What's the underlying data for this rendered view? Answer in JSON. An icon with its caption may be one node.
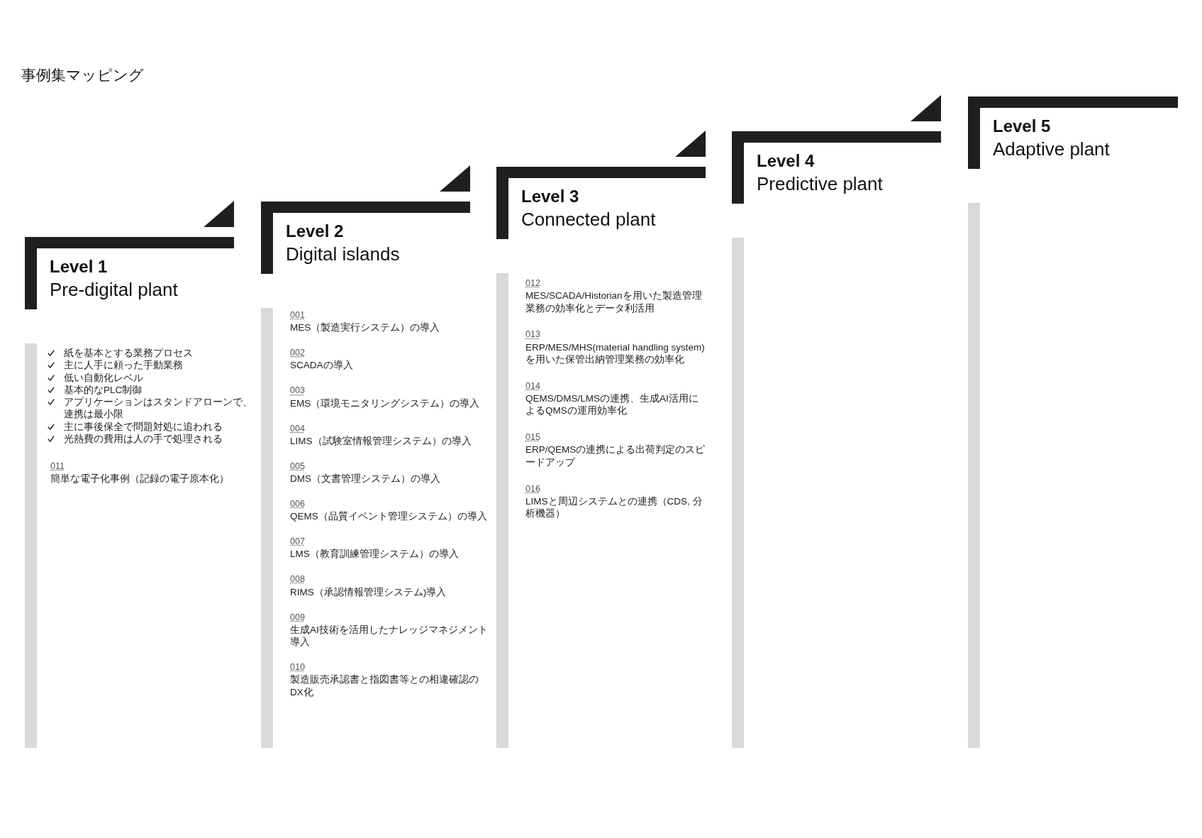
{
  "diagram": {
    "title": "事例集マッピング",
    "nodes": [
      {
        "text": [
          "Level 1",
          "Pre-digital plant",
          "紙を基本とする業務プロセス",
          "主に人手に頼った手動業務",
          "低い自動化レベル",
          "基本的なPLC制御",
          "アプリケーションはスタンドアローンで、連携は最小限",
          "主に事後保全で問題対処に追われる",
          "光熱費の費用は人の手で処理される",
          "011",
          "簡単な電子化事例（記録の電子原本化）"
        ]
      },
      {
        "text": [
          "Level 2",
          "Digital islands",
          "001",
          "MES（製造実行システム）の導入",
          "002",
          "SCADAの導入",
          "003",
          "EMS（環境モニタリングシステム）の導入",
          "004",
          "LIMS（試験室情報管理システム）の導入",
          "005",
          "DMS（文書管理システム）の導入",
          "006",
          "QEMS（品質イベント管理システム）の導入",
          "007",
          "LMS（教育訓練管理システム）の導入",
          "008",
          "RIMS（承認情報管理システム)導入",
          "009",
          "生成AI技術を活用したナレッジマネジメント導入",
          "010",
          "製造販売承認書と指図書等との相違確認のDX化"
        ]
      },
      {
        "text": [
          "Level 3",
          "Connected plant",
          "012",
          "MES/SCADA/Historianを用いた製造管理業務の効率化とデータ利活用",
          "013",
          "ERP/MES/MHS(material handling system)を用いた保管出納管理業務の効率化",
          "014",
          "QEMS/DMS/LMSの連携、生成AI活用によるQMSの運用効率化",
          "015",
          "ERP/QEMSの連携による出荷判定のスピードアップ",
          "016",
          "LIMSと周辺システムとの連携（CDS, 分析機器）"
        ]
      },
      {
        "text": [
          "Level 4",
          "Predictive plant"
        ]
      },
      {
        "text": [
          "Level 5",
          "Adaptive plant"
        ]
      }
    ]
  }
}
